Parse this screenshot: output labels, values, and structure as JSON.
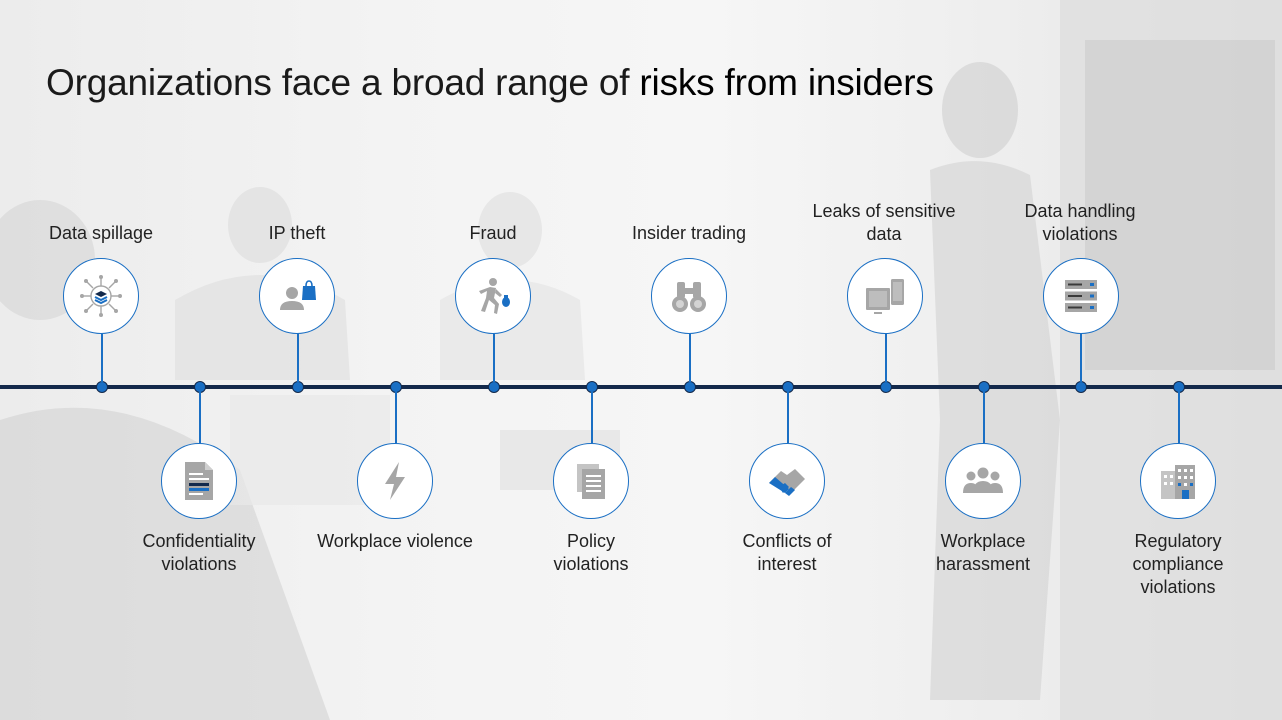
{
  "title": {
    "prefix": "Organizations face a broad range of",
    "highlight": "risks from insiders"
  },
  "risks_top": [
    {
      "label": "Data spillage",
      "icon": "data-spillage-icon"
    },
    {
      "label": "IP theft",
      "icon": "ip-theft-icon"
    },
    {
      "label": "Fraud",
      "icon": "fraud-icon"
    },
    {
      "label": "Insider trading",
      "icon": "binoculars-icon"
    },
    {
      "label": "Leaks of sensitive data",
      "icon": "devices-icon"
    },
    {
      "label": "Data handling violations",
      "icon": "server-icon"
    }
  ],
  "risks_bottom": [
    {
      "label": "Confidentiality violations",
      "icon": "document-icon"
    },
    {
      "label": "Workplace violence",
      "icon": "lightning-icon"
    },
    {
      "label": "Policy violations",
      "icon": "policy-document-icon"
    },
    {
      "label": "Conflicts of interest",
      "icon": "handshake-icon"
    },
    {
      "label": "Workplace harassment",
      "icon": "group-icon"
    },
    {
      "label": "Regulatory compliance violations",
      "icon": "building-icon"
    }
  ],
  "colors": {
    "accent": "#1a6fc4",
    "line": "#13294b",
    "icon_gray": "#a6a6a6"
  }
}
